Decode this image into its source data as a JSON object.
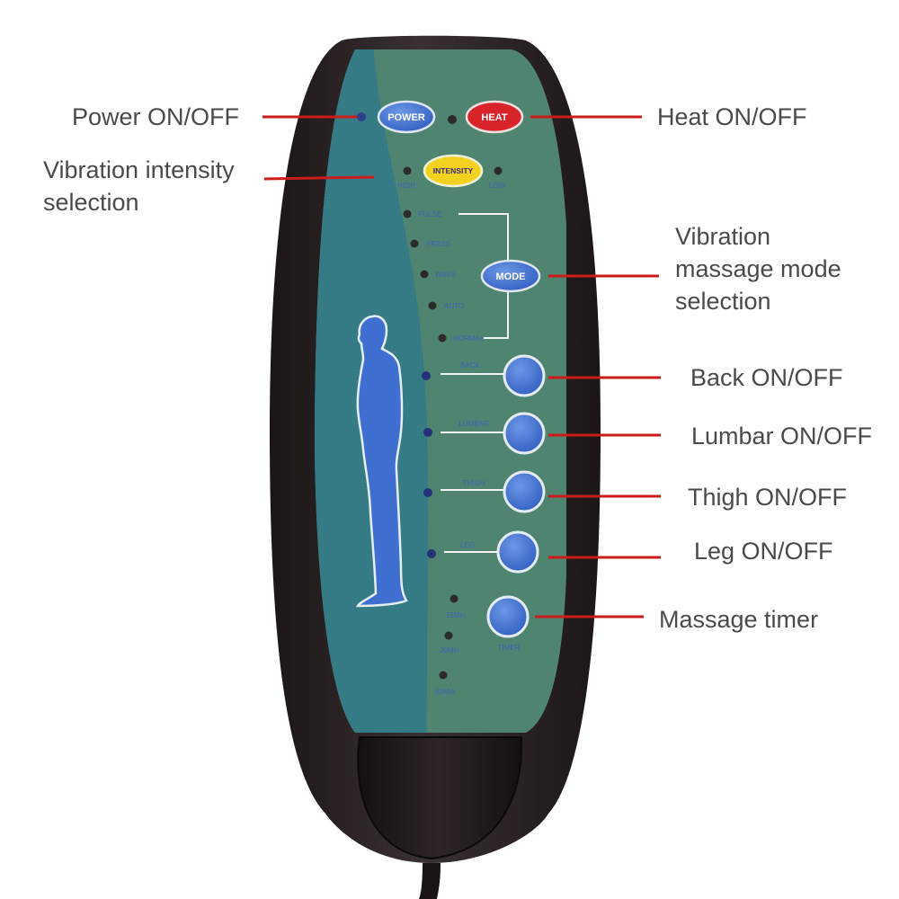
{
  "callouts": {
    "power": "Power ON/OFF",
    "vibration_intensity": [
      "Vibration intensity",
      "selection"
    ],
    "heat": "Heat ON/OFF",
    "vibration_mode": [
      "Vibration",
      "massage mode",
      "selection"
    ],
    "back": "Back ON/OFF",
    "lumbar": "Lumbar ON/OFF",
    "thigh": "Thigh ON/OFF",
    "leg": "Leg ON/OFF",
    "timer": "Massage timer"
  },
  "remote": {
    "power_button": "POWER",
    "heat_button": "HEAT",
    "intensity_button": "INTENSITY",
    "intensity_high": "HIGH",
    "intensity_low": "LOW",
    "modes": [
      "PULSE",
      "PRESS",
      "WAVE",
      "AUTO",
      "NORMAL"
    ],
    "mode_button": "MODE",
    "zones": [
      "BACK",
      "LUMBAR",
      "THIGH",
      "LEG"
    ],
    "timer_options": [
      "15Min",
      "30Min",
      "60Min"
    ],
    "timer_button": "TIMER"
  },
  "colors": {
    "callout_line": "#cc1b1b",
    "callout_text": "#4a4a4a",
    "panel_green": "#4f8570",
    "panel_teal": "#357c86",
    "button_blue": "#3f6fd0",
    "heat_red": "#d9232b",
    "intensity_yellow": "#f2d21e",
    "casing": "#2a2223"
  }
}
